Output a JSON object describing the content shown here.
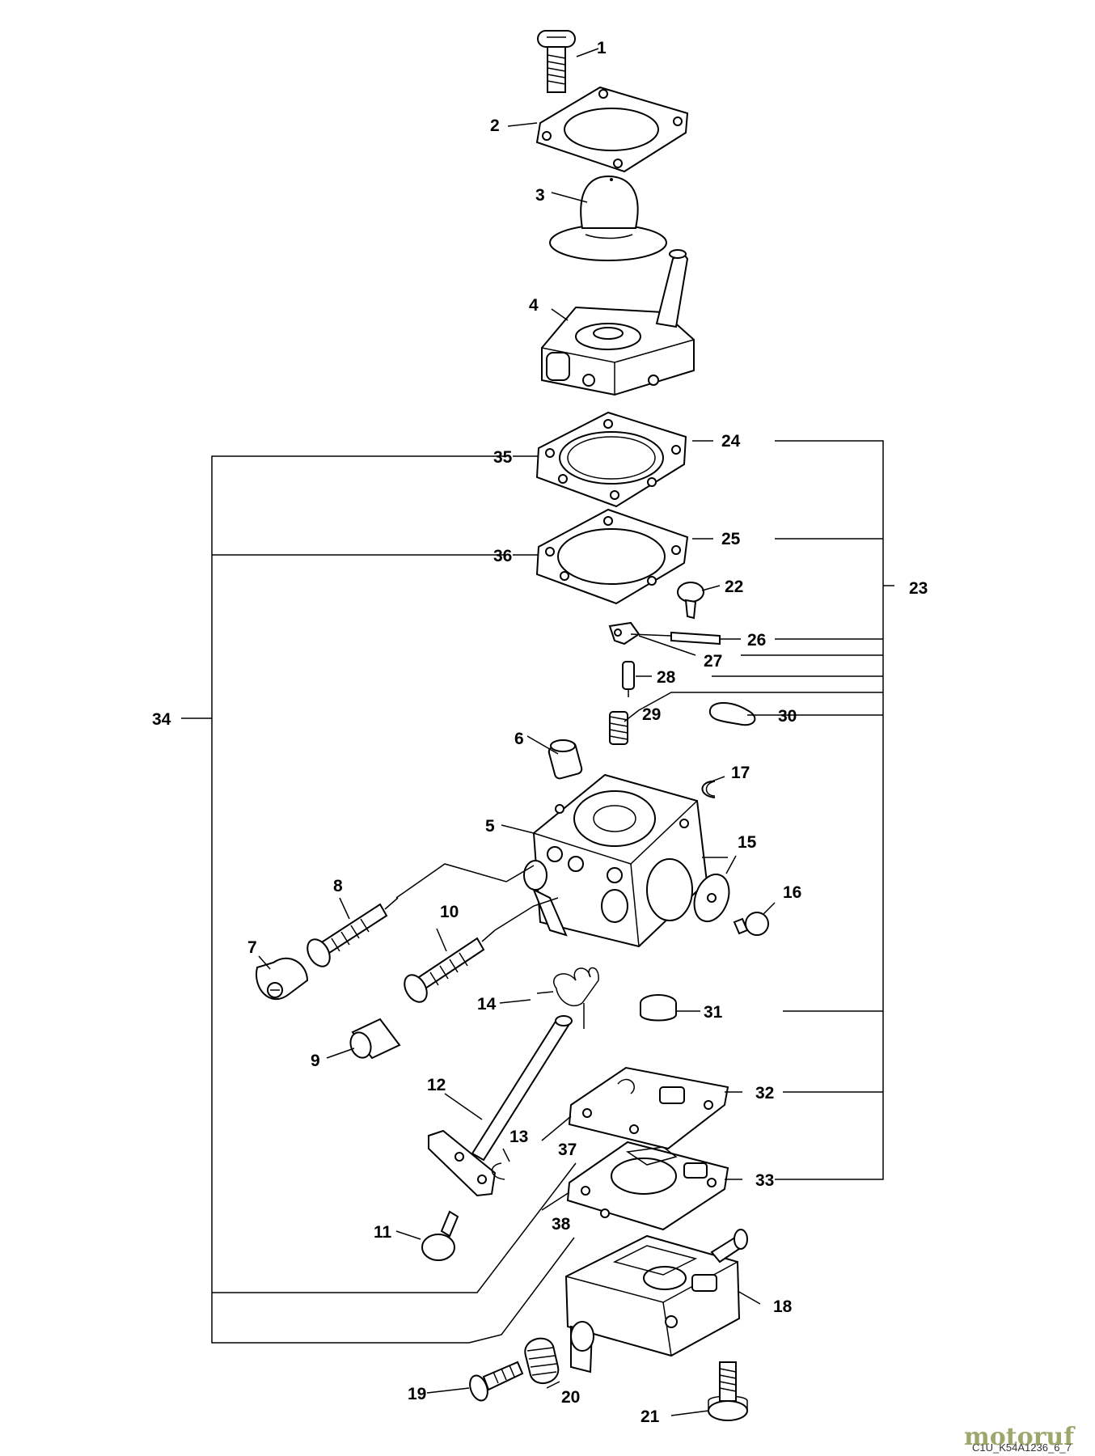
{
  "labels": {
    "n1": "1",
    "n2": "2",
    "n3": "3",
    "n4": "4",
    "n5": "5",
    "n6": "6",
    "n7": "7",
    "n8": "8",
    "n9": "9",
    "n10": "10",
    "n11": "11",
    "n12": "12",
    "n13": "13",
    "n14": "14",
    "n15": "15",
    "n16": "16",
    "n17": "17",
    "n18": "18",
    "n19": "19",
    "n20": "20",
    "n21": "21",
    "n22": "22",
    "n23": "23",
    "n24": "24",
    "n25": "25",
    "n26": "26",
    "n27": "27",
    "n28": "28",
    "n29": "29",
    "n30": "30",
    "n31": "31",
    "n32": "32",
    "n33": "33",
    "n34": "34",
    "n35": "35",
    "n36": "36",
    "n37": "37",
    "n38": "38"
  },
  "footer": {
    "code": "C1U_K54A1236_6_7",
    "logo": "motoruf"
  },
  "colors": {
    "logo_main": "#7a8a3a",
    "logo_accent": "#c0392b"
  }
}
